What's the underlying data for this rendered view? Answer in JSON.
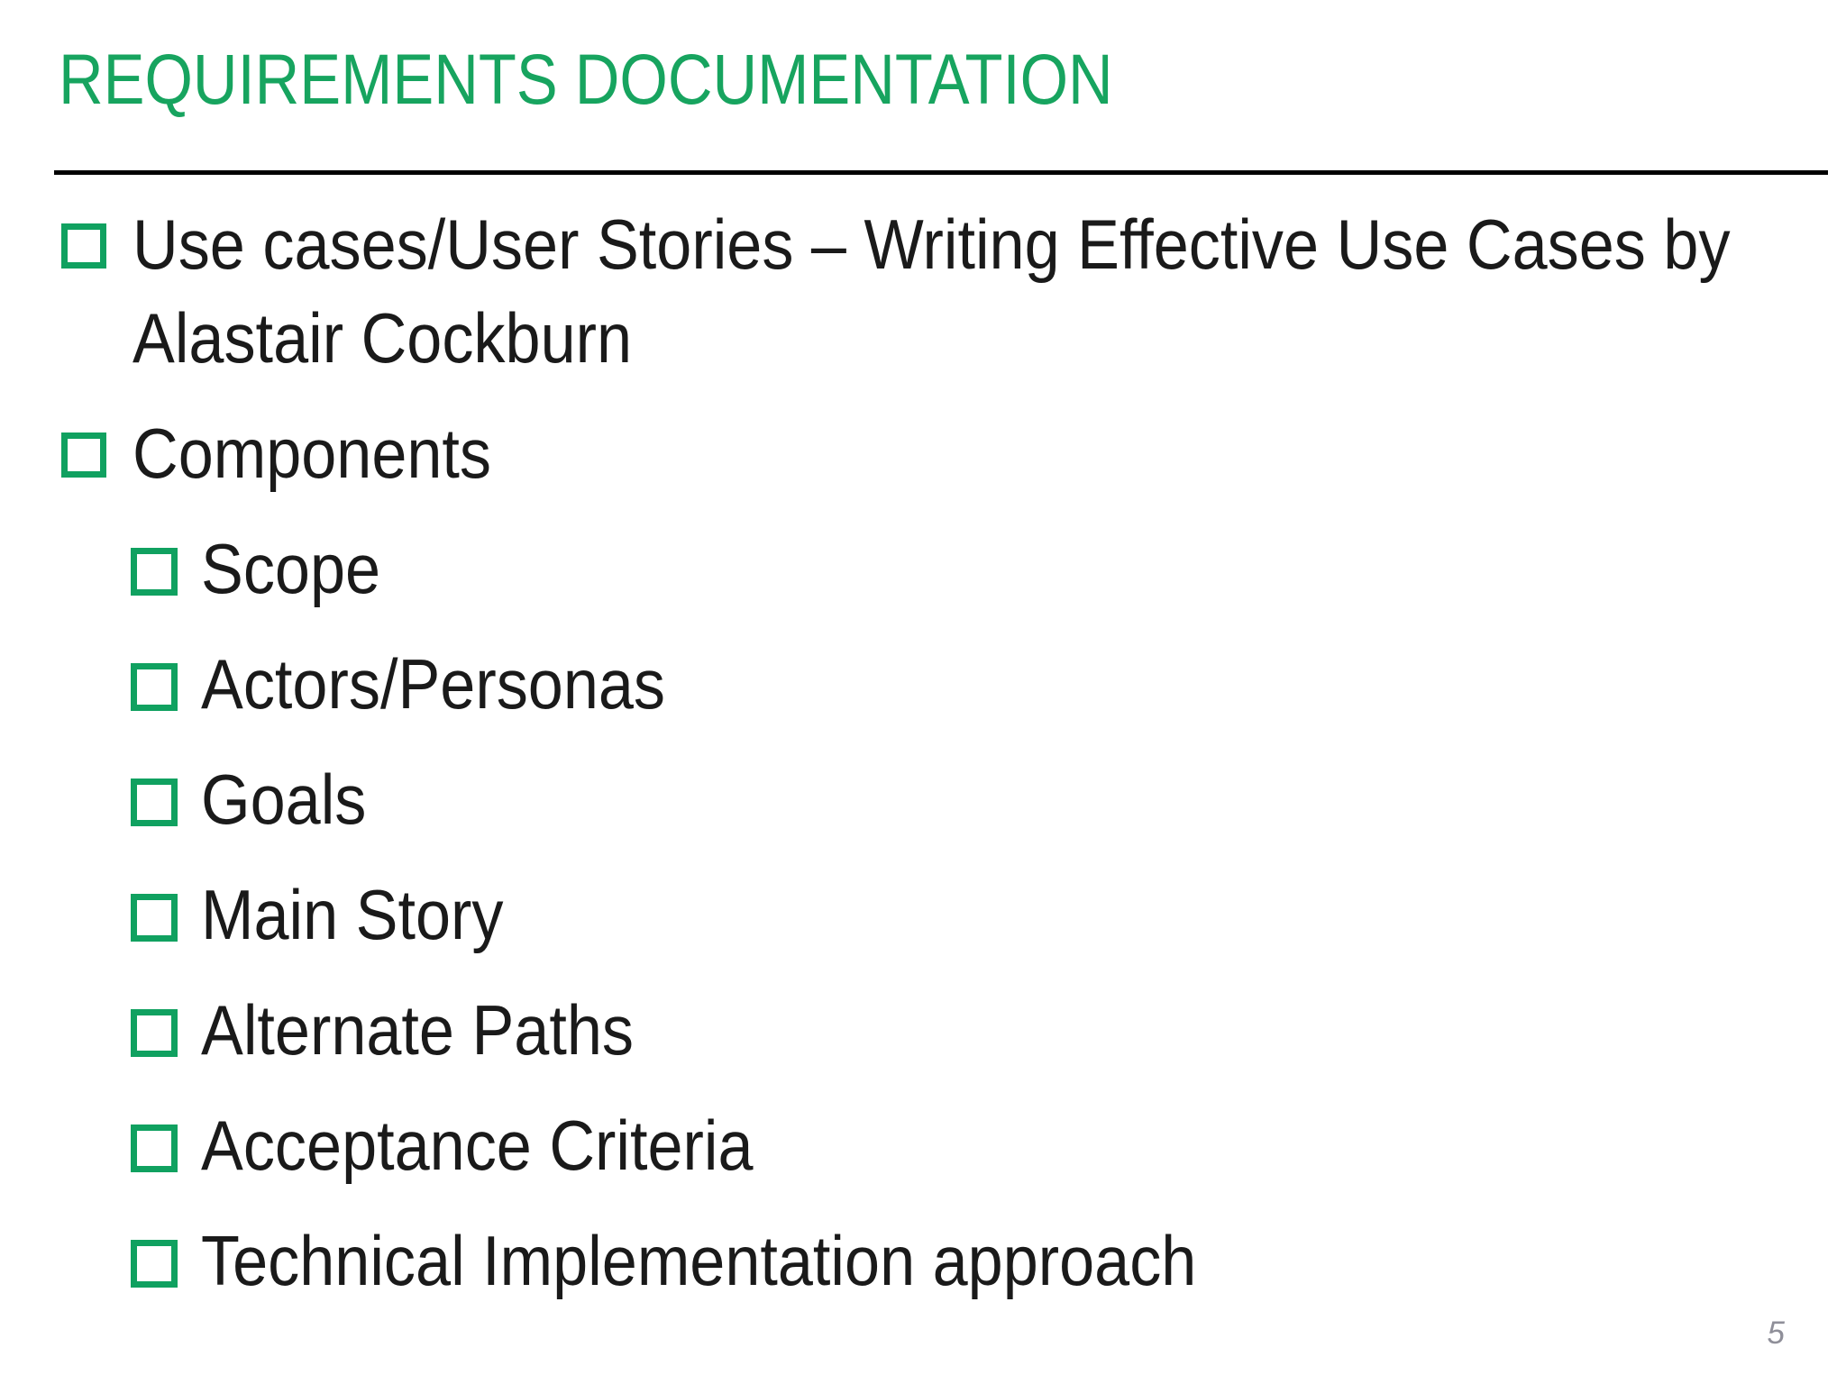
{
  "slide": {
    "title": "REQUIREMENTS DOCUMENTATION",
    "page_number": "5"
  },
  "colors": {
    "background": "#ffffff",
    "title_green": "#17a45f",
    "bullet_green": "#10a160",
    "body_text": "#1a1a1a",
    "divider": "#000000",
    "page_number_gray": "#8f8f99"
  },
  "bullets": {
    "checkbox_icon": "hollow-square-bullet",
    "items": [
      {
        "level": 1,
        "lines": [
          "Use cases/User Stories – Writing Effective Use Cases by",
          "Alastair Cockburn"
        ]
      },
      {
        "level": 1,
        "lines": [
          "Components"
        ]
      },
      {
        "level": 2,
        "lines": [
          "Scope"
        ]
      },
      {
        "level": 2,
        "lines": [
          "Actors/Personas"
        ]
      },
      {
        "level": 2,
        "lines": [
          "Goals"
        ]
      },
      {
        "level": 2,
        "lines": [
          "Main Story"
        ]
      },
      {
        "level": 2,
        "lines": [
          "Alternate Paths"
        ]
      },
      {
        "level": 2,
        "lines": [
          "Acceptance Criteria"
        ]
      },
      {
        "level": 2,
        "lines": [
          "Technical Implementation approach"
        ]
      }
    ]
  }
}
